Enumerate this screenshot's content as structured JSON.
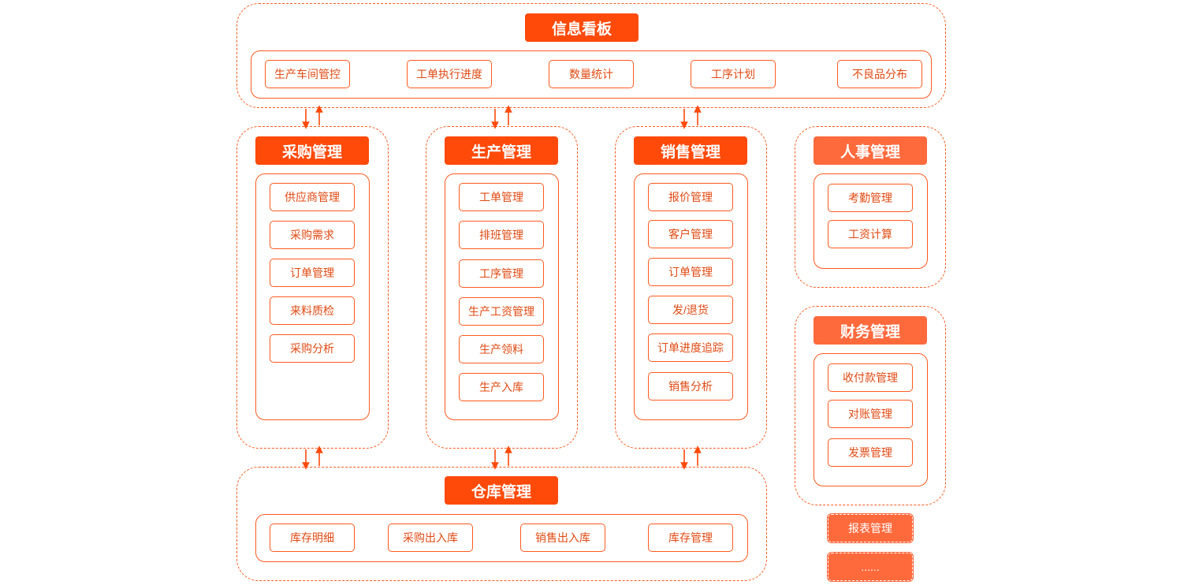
{
  "dashboard": {
    "title": "信息看板",
    "items": [
      "生产车间管控",
      "工单执行进度",
      "数量统计",
      "工序计划",
      "不良品分布"
    ]
  },
  "modules": {
    "purchase": {
      "title": "采购管理",
      "items": [
        "供应商管理",
        "采购需求",
        "订单管理",
        "来料质检",
        "采购分析"
      ]
    },
    "production": {
      "title": "生产管理",
      "items": [
        "工单管理",
        "排班管理",
        "工序管理",
        "生产工资管理",
        "生产领料",
        "生产入库"
      ]
    },
    "sales": {
      "title": "销售管理",
      "items": [
        "报价管理",
        "客户管理",
        "订单管理",
        "发/退货",
        "订单进度追踪",
        "销售分析"
      ]
    },
    "hr": {
      "title": "人事管理",
      "items": [
        "考勤管理",
        "工资计算"
      ]
    },
    "finance": {
      "title": "财务管理",
      "items": [
        "收付款管理",
        "对账管理",
        "发票管理"
      ]
    },
    "warehouse": {
      "title": "仓库管理",
      "items": [
        "库存明细",
        "采购出入库",
        "销售出入库",
        "库存管理"
      ]
    }
  },
  "extras": [
    "报表管理",
    "......"
  ],
  "colors": {
    "primary": "#ff4a0a",
    "secondary": "#ff6a3d",
    "border": "#ff5a1f",
    "text": "#e14a12"
  }
}
